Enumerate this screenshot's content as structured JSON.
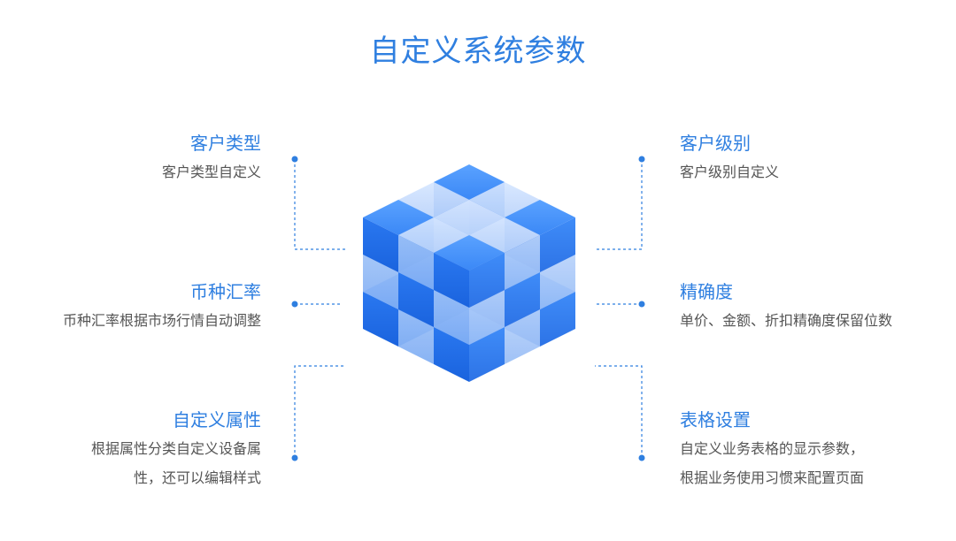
{
  "title": "自定义系统参数",
  "colors": {
    "accent": "#2f7fe0",
    "text": "#555555",
    "cube_dark": "#1e6fe6",
    "cube_light": "#a9c8fa"
  },
  "features": {
    "customer_type": {
      "title": "客户类型",
      "desc": "客户类型自定义"
    },
    "currency_rate": {
      "title": "币种汇率",
      "desc": "币种汇率根据市场行情自动调整"
    },
    "custom_attr": {
      "title": "自定义属性",
      "desc1": "根据属性分类自定义设备属",
      "desc2": "性，还可以编辑样式"
    },
    "customer_level": {
      "title": "客户级别",
      "desc": "客户级别自定义"
    },
    "precision": {
      "title": "精确度",
      "desc": "单价、金额、折扣精确度保留位数"
    },
    "table_settings": {
      "title": "表格设置",
      "desc1": "自定义业务表格的显示参数，",
      "desc2": "根据业务使用习惯来配置页面"
    }
  }
}
